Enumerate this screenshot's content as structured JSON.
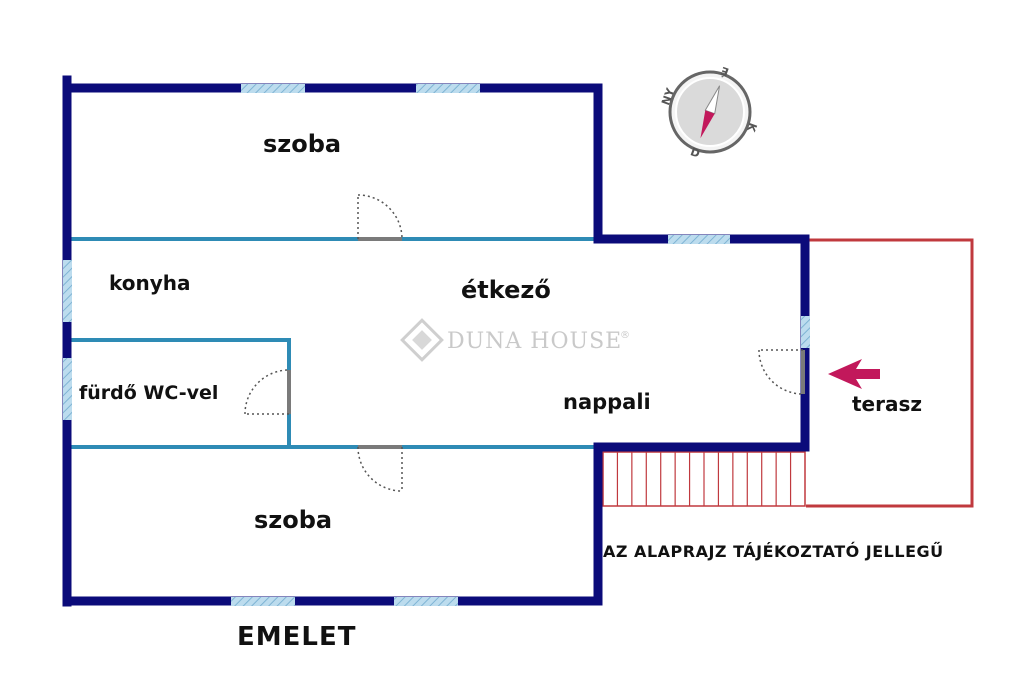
{
  "rooms": {
    "room_top": "szoba",
    "kitchen": "konyha",
    "dining": "étkező",
    "bathroom": "fürdő WC-vel",
    "living": "nappali",
    "terrace": "terasz",
    "room_bottom": "szoba"
  },
  "floor_label": "EMELET",
  "disclaimer": "AZ ALAPRAJZ TÁJÉKOZTATÓ JELLEGŰ",
  "watermark": {
    "text": "DUNA HOUSE",
    "mark": "®"
  },
  "compass": {
    "north": "É",
    "south": "D",
    "east": "K",
    "west": "NY"
  },
  "colors": {
    "outer_wall": "#0b0b7a",
    "inner_wall": "#2e8bb5",
    "window": "#9ec9e2",
    "terrace": "#c0393e",
    "arrow": "#c2185b",
    "door_frame": "#7a7a7a"
  }
}
